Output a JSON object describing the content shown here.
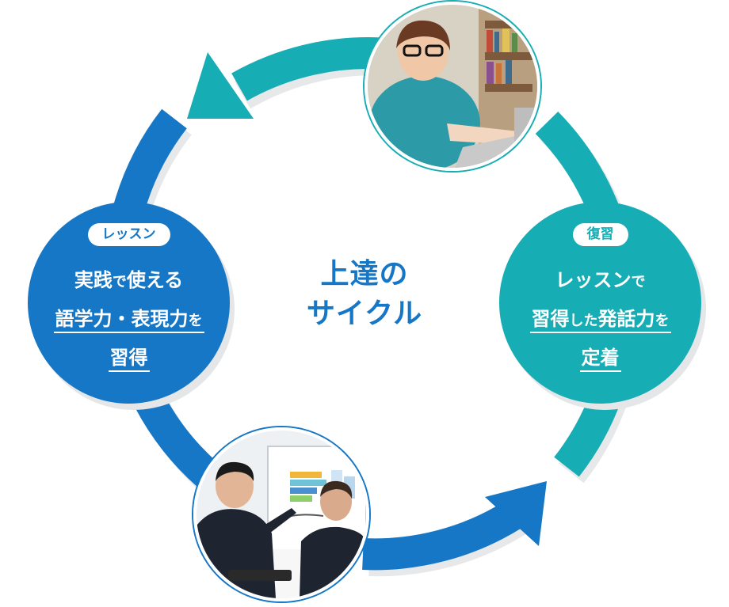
{
  "center": {
    "line1": "上達の",
    "line2": "サイクル"
  },
  "lesson": {
    "tag": "レッスン",
    "line1_a": "実践",
    "line1_b": "で",
    "line1_c": "使える",
    "line2_a": "語学力・表現力",
    "line2_b": "を",
    "line3": "習得"
  },
  "review": {
    "tag": "復習",
    "line1_a": "レッスン",
    "line1_b": "で",
    "line2_a": "習得",
    "line2_b": "した",
    "line2_c": "発話力",
    "line2_d": "を",
    "line3": "定着"
  },
  "photos": {
    "top": "woman-with-laptop-photo",
    "bottom": "business-meeting-photo"
  },
  "colors": {
    "blue": "#1677c6",
    "teal": "#17adb5",
    "shadow": "#e4e6e8"
  }
}
